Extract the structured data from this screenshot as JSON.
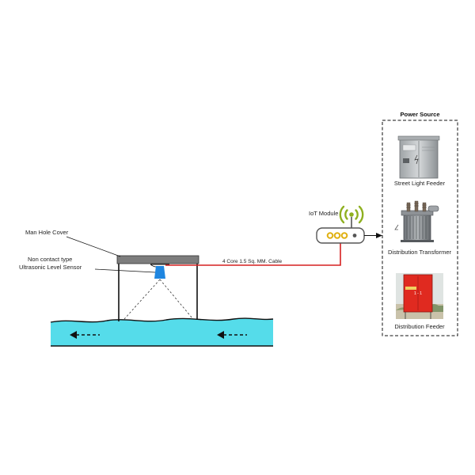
{
  "diagram": {
    "labels": {
      "manhole_cover": "Man Hole Cover",
      "sensor_line1": "Non contact type",
      "sensor_line2": "Ultrasonic Level Sensor",
      "cable": "4 Core 1.5 Sq. MM. Cable",
      "iot_module": "IoT Module"
    },
    "power_source": {
      "title": "Power Source",
      "items": [
        {
          "label": "Street Light Feeder"
        },
        {
          "label": "Distribution Transformer"
        },
        {
          "label": "Distribution Feeder",
          "panel_text": "1 - 1"
        }
      ]
    },
    "colors": {
      "water": "#55dcea",
      "cable": "#d62020",
      "sensor": "#1f86e0",
      "cover": "#7d7d7d",
      "wifi": "#8fb020",
      "led": "#e0b010",
      "feeder_panel": "#e02a20"
    }
  }
}
